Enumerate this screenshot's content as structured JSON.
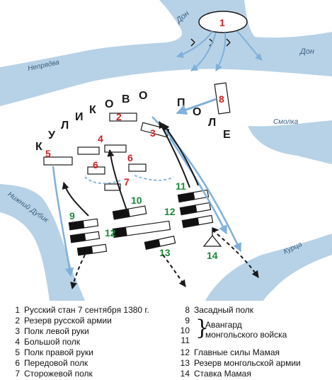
{
  "rivers": {
    "don_top": "Дон",
    "don_right": "Дон",
    "nepryadva": "Непрядва",
    "smolka": "Смолка",
    "nizhny_dubik": "Нижний Дубик",
    "kurtsa": "Курца"
  },
  "field_letters": [
    "К",
    "У",
    "Л",
    "И",
    "К",
    "О",
    "В",
    "О",
    "П",
    "О",
    "Л",
    "Е"
  ],
  "numbers": {
    "n1": "1",
    "n2": "2",
    "n3": "3",
    "n4": "4",
    "n5": "5",
    "n6": "6",
    "n7": "7",
    "n8": "8",
    "n9": "9",
    "n10": "10",
    "n11": "11",
    "n12": "12",
    "n13": "13",
    "n14": "14"
  },
  "colors": {
    "russian": "#d42020",
    "mongol": "#1a8a3a",
    "water": "#b7d2e6",
    "land": "#ffffff",
    "arrow_blue": "#5b9bd5"
  },
  "legend": {
    "i1": {
      "num": "1",
      "text": "Русский стан 7 сентября 1380 г."
    },
    "i2": {
      "num": "2",
      "text": "Резерв русской армии"
    },
    "i3": {
      "num": "3",
      "text": "Полк левой руки"
    },
    "i4": {
      "num": "4",
      "text": "Большой полк"
    },
    "i5": {
      "num": "5",
      "text": "Полк правой руки"
    },
    "i6": {
      "num": "6",
      "text": "Передовой полк"
    },
    "i7": {
      "num": "7",
      "text": "Сторожевой полк"
    },
    "i8": {
      "num": "8",
      "text": "Засадный полк"
    },
    "i9": {
      "num": "9"
    },
    "i10": {
      "num": "10",
      "line1": "Авангард",
      "line2": "монгольского войска"
    },
    "i11": {
      "num": "11"
    },
    "i12": {
      "num": "12",
      "text": "Главные силы Мамая"
    },
    "i13": {
      "num": "13",
      "text": "Резерв монгольской армии"
    },
    "i14": {
      "num": "14",
      "text": "Ставка Мамая"
    }
  }
}
